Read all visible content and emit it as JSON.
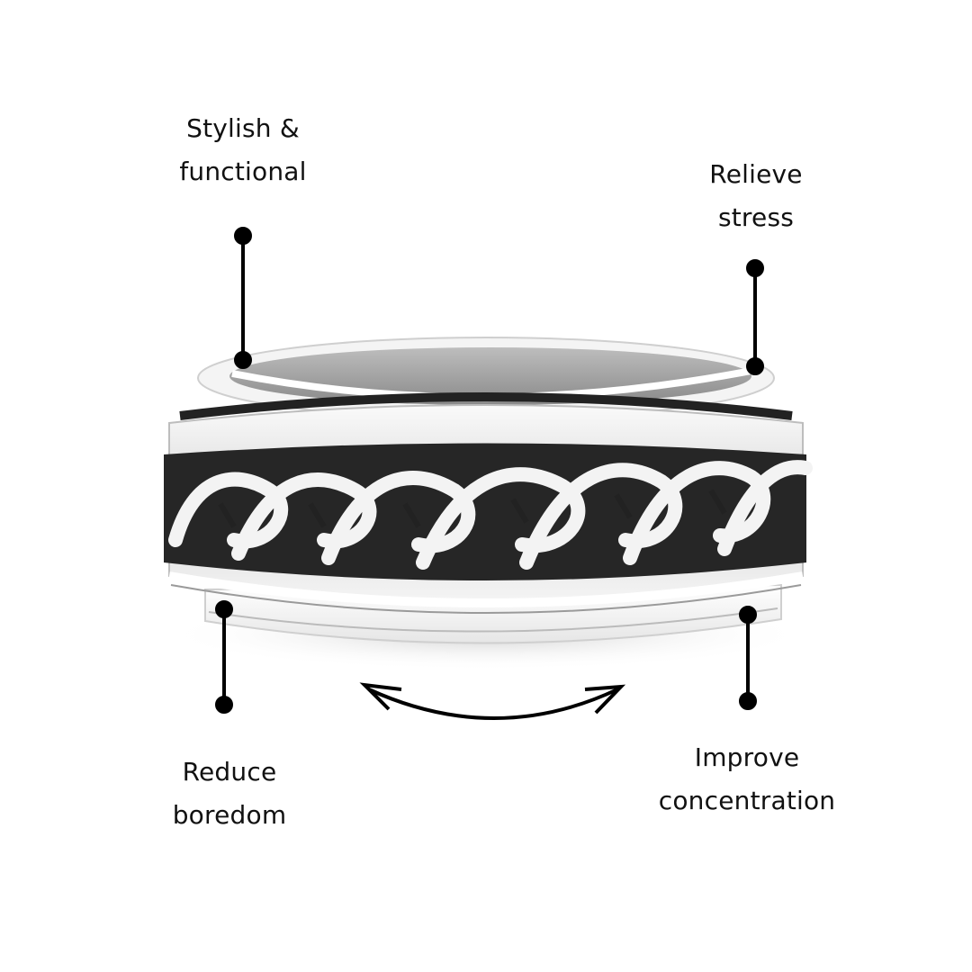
{
  "product": "spinner-ring",
  "callouts": [
    {
      "id": "top-left",
      "line1": "Stylish &",
      "line2": "functional"
    },
    {
      "id": "top-right",
      "line1": "Relieve",
      "line2": "stress"
    },
    {
      "id": "bottom-left",
      "line1": "Reduce",
      "line2": "boredom"
    },
    {
      "id": "bottom-right",
      "line1": "Improve",
      "line2": "concentration"
    }
  ],
  "colors": {
    "background": "#ffffff",
    "text": "#111111",
    "line": "#000000",
    "metal_light": "#f2f2f2",
    "metal_dark": "#1e1e1e"
  },
  "icons": {
    "rotate_arrow": "double-headed-curved-arrow-icon"
  }
}
